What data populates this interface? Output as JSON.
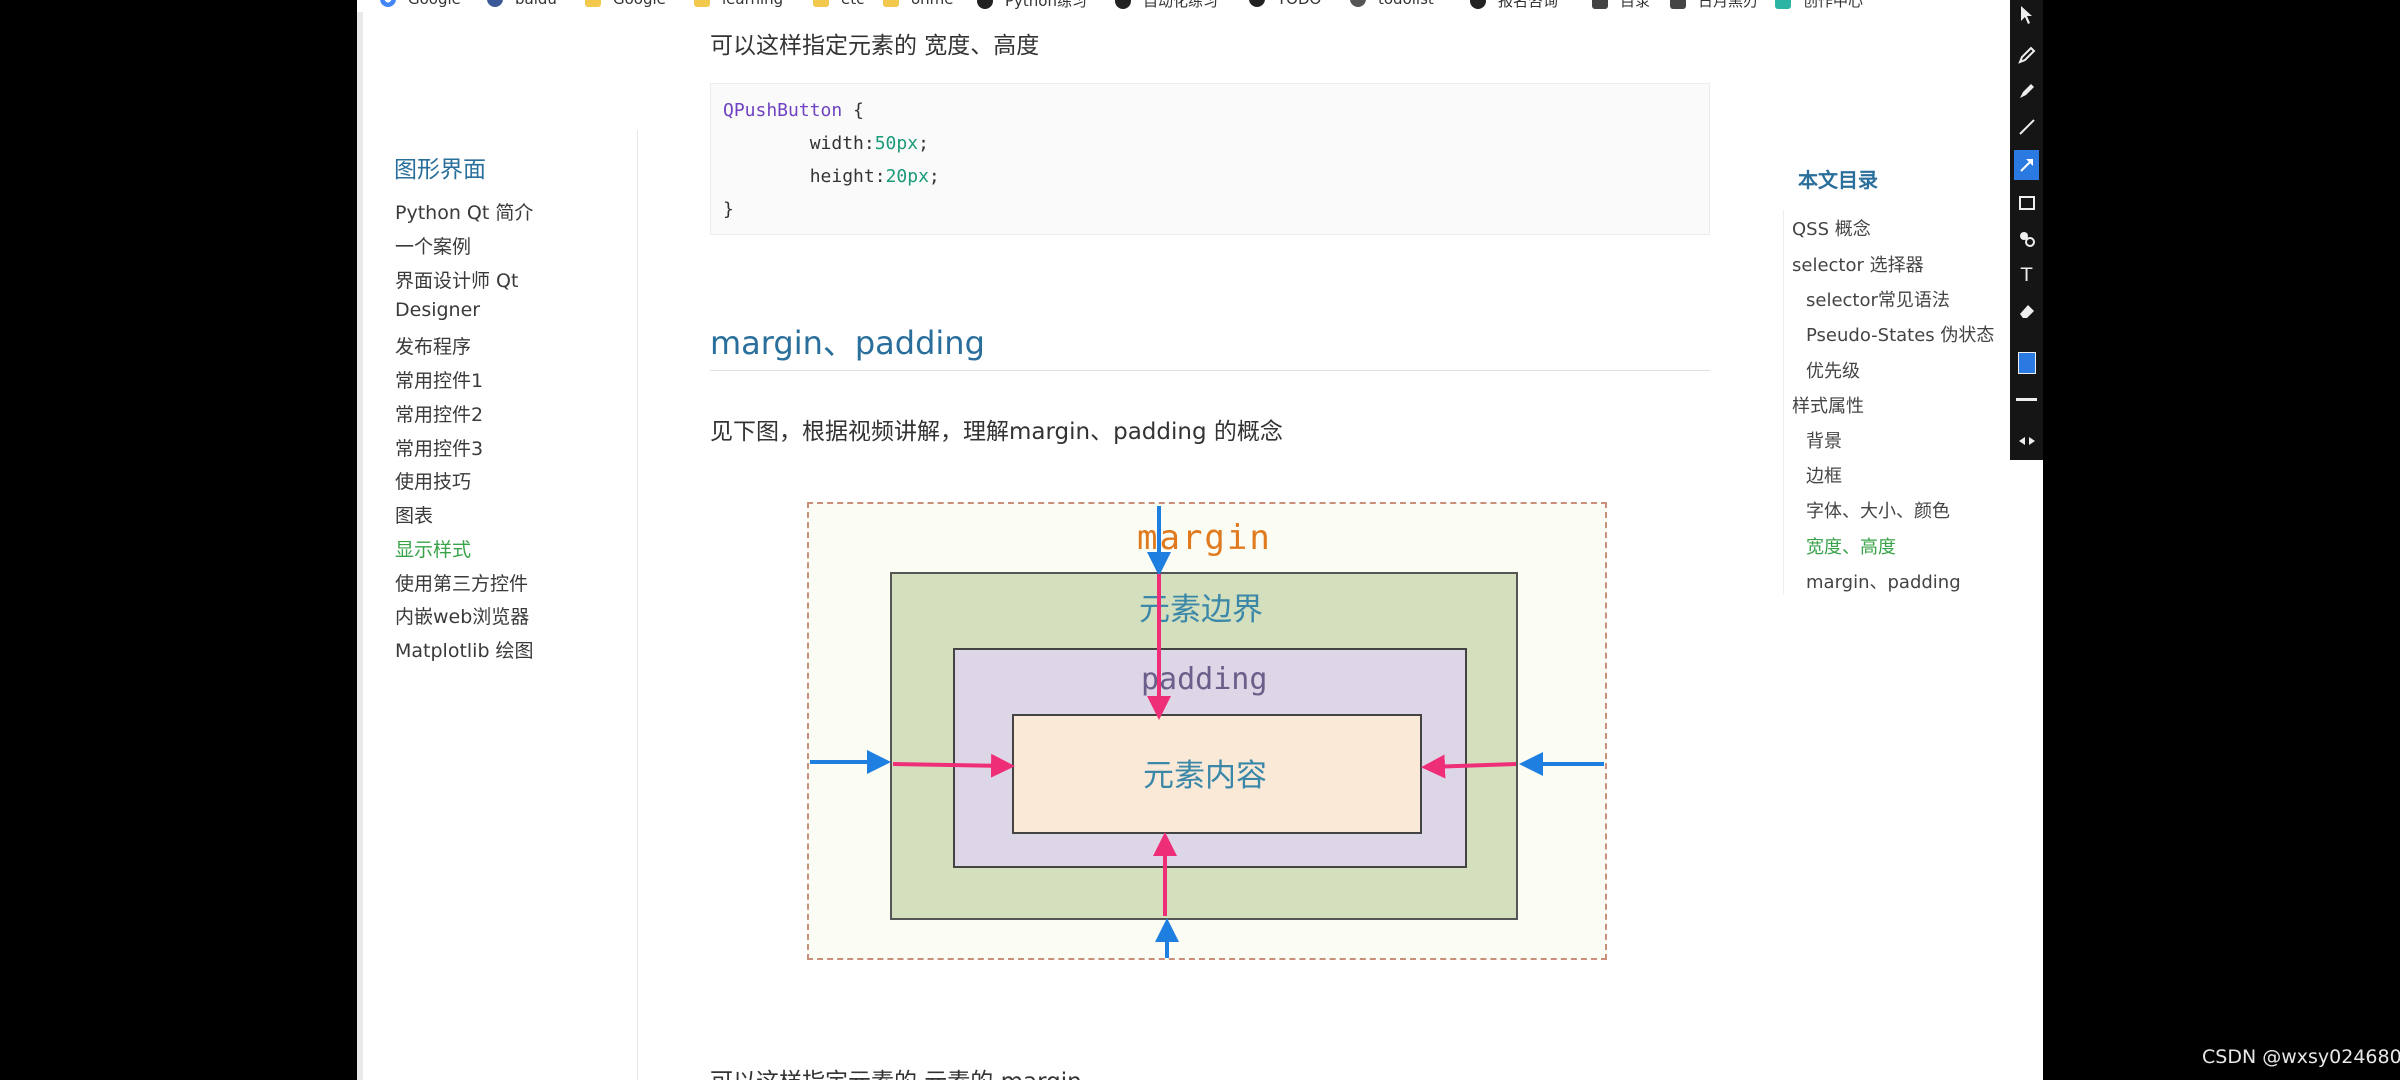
{
  "bookmarks": [
    {
      "label": "Google",
      "icon": "google-icon"
    },
    {
      "label": "baidu",
      "icon": "baidu-icon"
    },
    {
      "label": "Google",
      "icon": "folder-icon"
    },
    {
      "label": "learning",
      "icon": "folder-icon"
    },
    {
      "label": "etc",
      "icon": "folder-icon"
    },
    {
      "label": "onme",
      "icon": "folder-icon"
    },
    {
      "label": "Python练习",
      "icon": "github-icon"
    },
    {
      "label": "自动化练习",
      "icon": "github-icon"
    },
    {
      "label": "TODO",
      "icon": "github-icon"
    },
    {
      "label": "todolist",
      "icon": "settings-icon"
    },
    {
      "label": "报名咨询",
      "icon": "github-icon"
    },
    {
      "label": "目录",
      "icon": "document-icon"
    },
    {
      "label": "日月黑刃",
      "icon": "document-icon"
    },
    {
      "label": "创作中心",
      "icon": "creator-icon"
    }
  ],
  "nav": {
    "title": "图形界面",
    "items": [
      {
        "label": "Python Qt 简介",
        "active": false
      },
      {
        "label": "一个案例",
        "active": false
      },
      {
        "label": "界面设计师 Qt",
        "active": false
      },
      {
        "label": "Designer",
        "active": false
      },
      {
        "label": "发布程序",
        "active": false
      },
      {
        "label": "常用控件1",
        "active": false
      },
      {
        "label": "常用控件2",
        "active": false
      },
      {
        "label": "常用控件3",
        "active": false
      },
      {
        "label": "使用技巧",
        "active": false
      },
      {
        "label": "图表",
        "active": false
      },
      {
        "label": "显示样式",
        "active": true
      },
      {
        "label": "使用第三方控件",
        "active": false
      },
      {
        "label": "内嵌web浏览器",
        "active": false
      },
      {
        "label": "Matplotlib 绘图",
        "active": false
      }
    ]
  },
  "article": {
    "intro_text": "可以这样指定元素的 宽度、高度",
    "code": {
      "selector": "QPushButton",
      "open": " {",
      "line1_prop": "        width:",
      "line1_val": "50px",
      "line1_end": ";",
      "line2_prop": "        height:",
      "line2_val": "20px",
      "line2_end": ";",
      "close": "}"
    },
    "section_heading": "margin、padding",
    "section_text": "见下图，根据视频讲解，理解margin、padding 的概念",
    "bottom_text": "可以这样指定元素的 元素的 margin",
    "diagram": {
      "margin_label": "margin",
      "border_label": "元素边界",
      "padding_label": "padding",
      "content_label": "元素内容"
    }
  },
  "toc": {
    "title": "本文目录",
    "items": [
      {
        "label": "QSS 概念",
        "level": 1,
        "active": false
      },
      {
        "label": "selector 选择器",
        "level": 1,
        "active": false
      },
      {
        "label": "selector常见语法",
        "level": 2,
        "active": false
      },
      {
        "label": "Pseudo-States 伪状态",
        "level": 2,
        "active": false
      },
      {
        "label": "优先级",
        "level": 2,
        "active": false
      },
      {
        "label": "样式属性",
        "level": 1,
        "active": false
      },
      {
        "label": "背景",
        "level": 2,
        "active": false
      },
      {
        "label": "边框",
        "level": 2,
        "active": false
      },
      {
        "label": "字体、大小、颜色",
        "level": 2,
        "active": false
      },
      {
        "label": "宽度、高度",
        "level": 2,
        "active": true
      },
      {
        "label": "margin、padding",
        "level": 2,
        "active": false
      }
    ]
  },
  "toolbar": {
    "tools": [
      "pointer-icon",
      "pencil-icon",
      "marker-icon",
      "line-icon",
      "arrow-icon",
      "rectangle-icon",
      "stamp-icon",
      "text-icon",
      "eraser-icon",
      "color-swatch",
      "line-width-icon",
      "collapse-icon"
    ],
    "text_tool_glyph": "T",
    "selected_color": "#2a7ae2"
  },
  "watermark": "CSDN @wxsy024680"
}
